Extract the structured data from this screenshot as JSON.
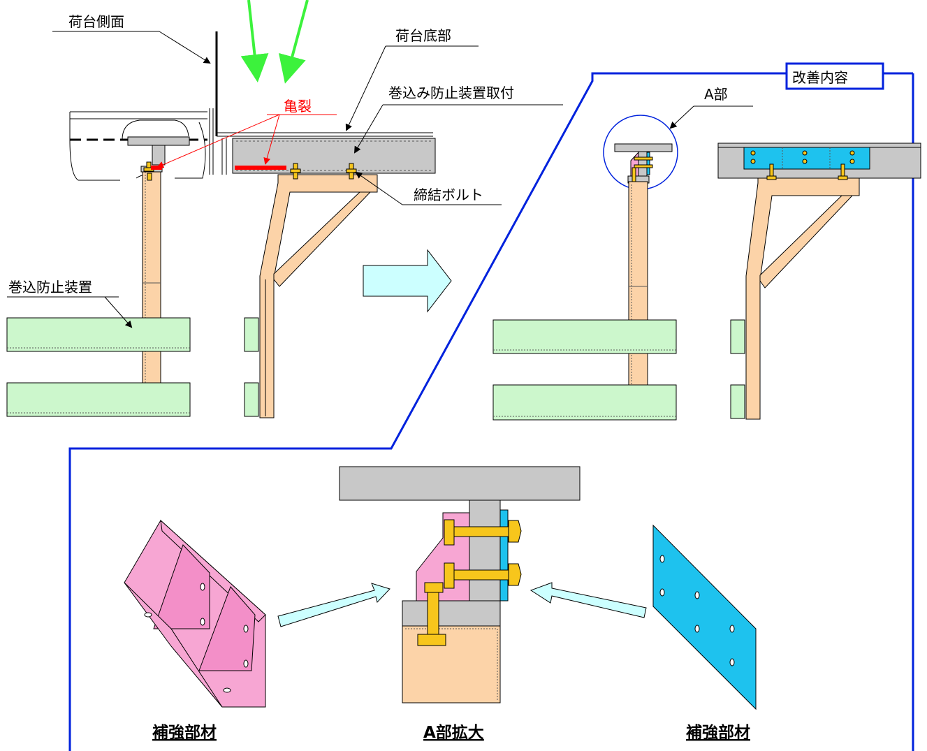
{
  "labels": {
    "bed_side": "荷台側面",
    "bed_bottom": "荷台底部",
    "crack": "亀裂",
    "guard_mount": "巻込み防止装置取付",
    "bolt": "締結ボルト",
    "guard": "巻込防止装置",
    "part_a": "A部",
    "improvement": "改善内容"
  },
  "captions": {
    "reinforce_left": "補強部材",
    "enlarge": "A部拡大",
    "reinforce_right": "補強部材"
  },
  "colors": {
    "wood": "#fcd3a8",
    "gray": "#c8c8c8",
    "green_bar": "#ccf7cc",
    "pink": "#f7a6d3",
    "cyan": "#1ec2ee",
    "bolt": "#f7c61c",
    "frame": "#0022dd",
    "arrow_fill": "#ccffff",
    "crack": "#ff0000",
    "pointer": "#3cf23c"
  }
}
